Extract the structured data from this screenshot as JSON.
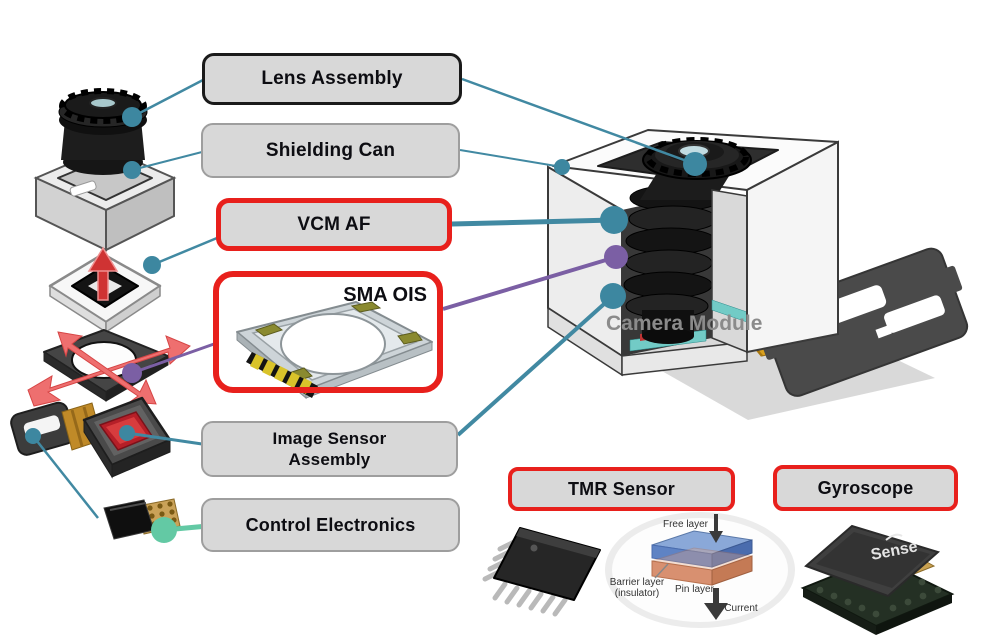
{
  "labels": {
    "lens_assembly": "Lens Assembly",
    "shielding_can": "Shielding Can",
    "vcm_af": "VCM AF",
    "sma_ois": "SMA OIS",
    "image_sensor_line1": "Image Sensor",
    "image_sensor_line2": "Assembly",
    "control_electronics": "Control Electronics",
    "camera_module": "Camera Module",
    "tmr_sensor": "TMR Sensor",
    "gyroscope": "Gyroscope"
  },
  "tmr_inset": {
    "free_layer": "Free layer",
    "barrier_layer_line1": "Barrier layer",
    "barrier_layer_line2": "(insulator)",
    "pin_layer": "Pin layer",
    "current": "Current"
  },
  "gyro_chip": {
    "brand_text": "Sense"
  },
  "colors": {
    "teal_connector": "#4189a2",
    "purple_connector": "#7b5fa4",
    "mint_connector": "#63c9a4",
    "red_highlight_border": "#e8201c",
    "motion_arrow_red": "#ee6f6f",
    "box_fill": "#d8d8d8",
    "label_text": "#0d0d12",
    "caption_gray": "#8b8b8b"
  }
}
